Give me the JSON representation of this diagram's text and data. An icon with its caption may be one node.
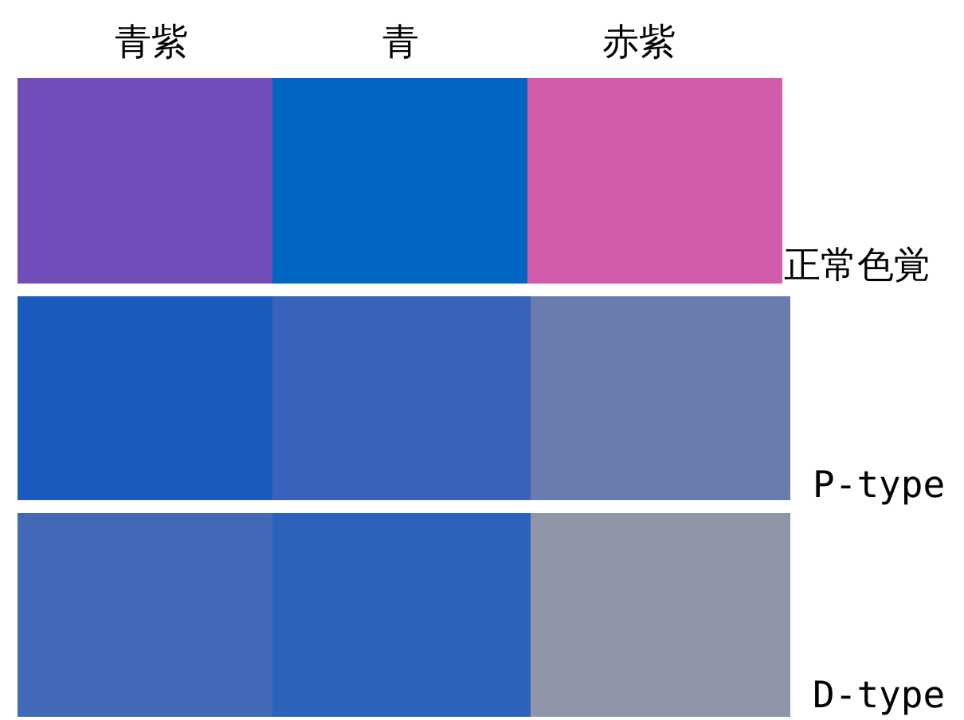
{
  "diagram": {
    "labels": [
      "青紫",
      "青",
      "赤紫",
      "正常色覚",
      "P-type",
      "D-type"
    ]
  }
}
